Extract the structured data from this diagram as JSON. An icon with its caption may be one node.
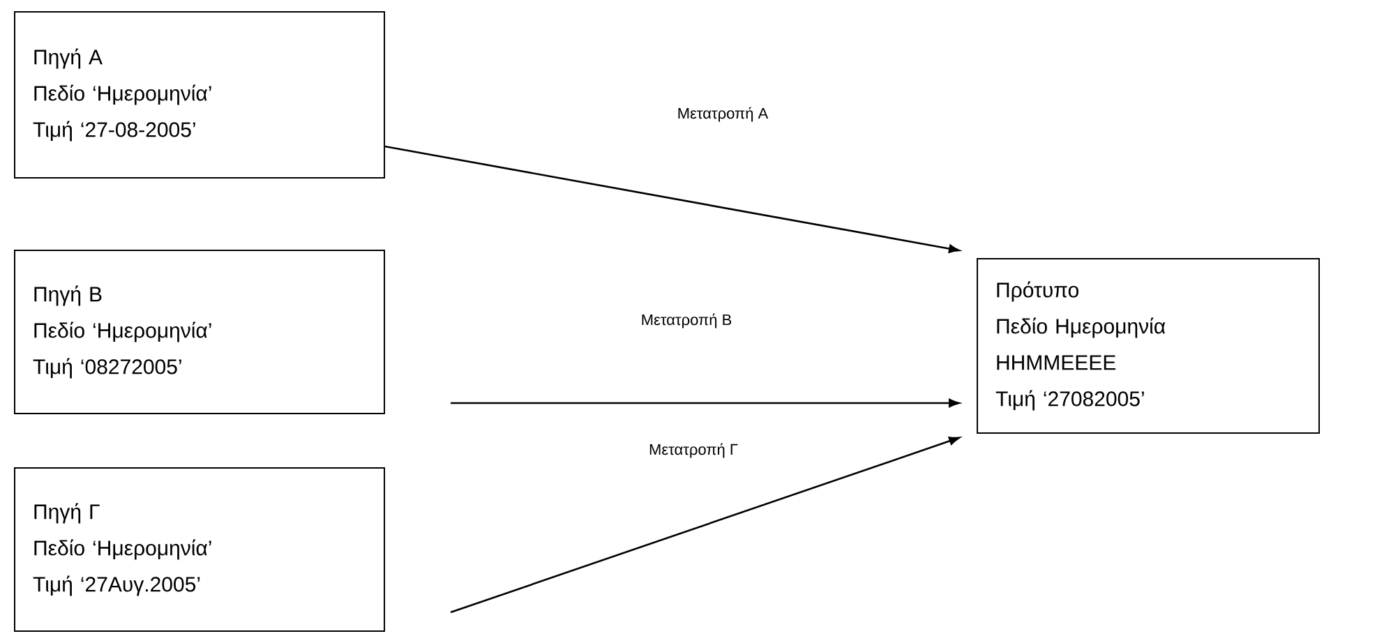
{
  "diagram": {
    "nodes": [
      {
        "text": [
          "Πηγή Α",
          "Πεδίο ‘Ημερομηνία’",
          "Τιμή ‘27-08-2005’"
        ]
      },
      {
        "text": [
          "Πηγή Β",
          "Πεδίο ‘Ημερομηνία’",
          "Τιμή ‘08272005’"
        ]
      },
      {
        "text": [
          "Πηγή Γ",
          "Πεδίο ‘Ημερομηνία’",
          "Τιμή ‘27Αυγ.2005’"
        ]
      },
      {
        "text": [
          "Πρότυπο",
          "Πεδίο Ημερομηνία",
          "ΗΗΜΜΕΕΕΕ",
          "Τιμή ‘27082005’"
        ]
      }
    ],
    "edges": [
      {
        "from": 0,
        "to": 3,
        "arrow": "to",
        "label": "Μετατροπή Α"
      },
      {
        "from": 1,
        "to": 3,
        "arrow": "to",
        "label": "Μετατροπή Β"
      },
      {
        "from": 2,
        "to": 3,
        "arrow": "to",
        "label": "Μετατροπή Γ"
      }
    ]
  }
}
